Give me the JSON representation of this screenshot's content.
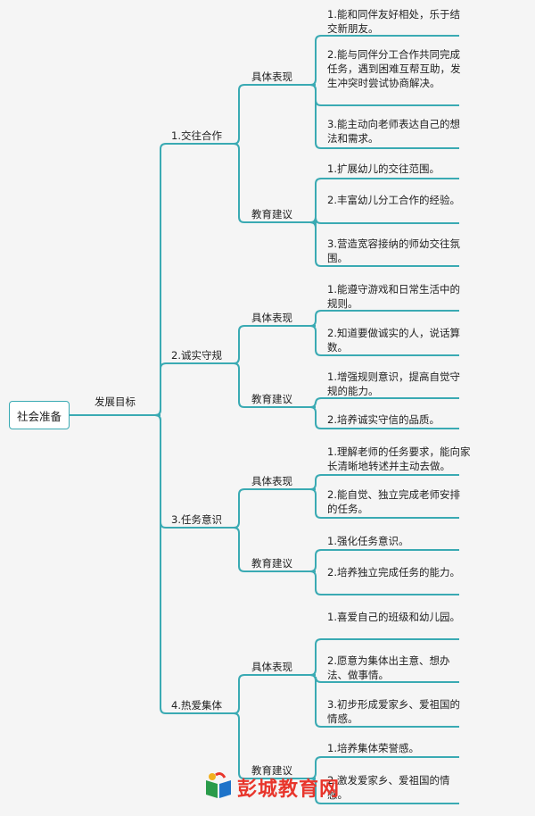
{
  "root": "社会准备",
  "rootEdgeLabel": "发展目标",
  "branches": [
    {
      "title": "1.交往合作",
      "groups": [
        {
          "label": "具体表现",
          "leaves": [
            "1.能和同伴友好相处，乐于结交新朋友。",
            "2.能与同伴分工合作共同完成任务，遇到困难互帮互助，发生冲突时尝试协商解决。",
            "3.能主动向老师表达自己的想法和需求。"
          ]
        },
        {
          "label": "教育建议",
          "leaves": [
            "1.扩展幼儿的交往范围。",
            "2.丰富幼儿分工合作的经验。",
            "3.营造宽容接纳的师幼交往氛围。"
          ]
        }
      ]
    },
    {
      "title": "2.诚实守规",
      "groups": [
        {
          "label": "具体表现",
          "leaves": [
            "1.能遵守游戏和日常生活中的规则。",
            "2.知道要做诚实的人，说话算数。"
          ]
        },
        {
          "label": "教育建议",
          "leaves": [
            "1.增强规则意识，提高自觉守规的能力。",
            "2.培养诚实守信的品质。"
          ]
        }
      ]
    },
    {
      "title": "3.任务意识",
      "groups": [
        {
          "label": "具体表现",
          "leaves": [
            "1.理解老师的任务要求，能向家长清晰地转述并主动去做。",
            "2.能自觉、独立完成老师安排的任务。"
          ]
        },
        {
          "label": "教育建议",
          "leaves": [
            "1.强化任务意识。",
            "2.培养独立完成任务的能力。"
          ]
        }
      ]
    },
    {
      "title": "4.热爱集体",
      "groups": [
        {
          "label": "具体表现",
          "leaves": [
            "1.喜爱自己的班级和幼儿园。",
            "2.愿意为集体出主意、想办法、做事情。",
            "3.初步形成爱家乡、爱祖国的情感。"
          ]
        },
        {
          "label": "教育建议",
          "leaves": [
            "1.培养集体荣誉感。",
            "2.激发爱家乡、爱祖国的情感。"
          ]
        }
      ]
    }
  ],
  "watermark": "彭城教育网",
  "colors": {
    "line": "#3aaab3",
    "text": "#222222",
    "watermark": "#e8352b",
    "background": "#f5f5f5"
  }
}
